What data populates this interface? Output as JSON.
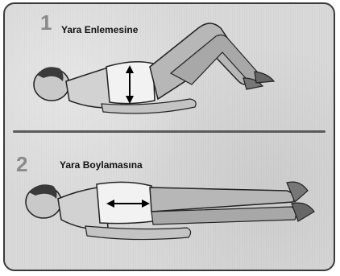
{
  "steps": [
    {
      "number": "1",
      "title": "Yara Enlemesine"
    },
    {
      "number": "2",
      "title": "Yara Boylamasına"
    }
  ],
  "colors": {
    "background": "#d9d9d9",
    "border": "#3a3a3a",
    "number": "#8a8a8a"
  }
}
